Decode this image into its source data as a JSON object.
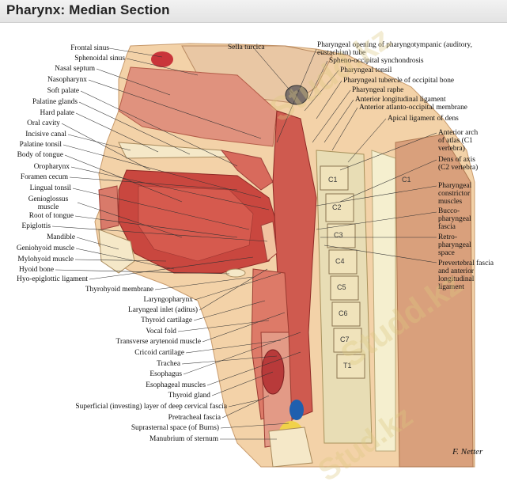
{
  "title": "Pharynx: Median Section",
  "left_labels": [
    "Frontal sinus",
    "Sphenoidal sinus",
    "Nasal septum",
    "Nasopharynx",
    "Soft palate",
    "Palatine glands",
    "Hard palate",
    "Oral cavity",
    "Incisive canal",
    "Palatine tonsil",
    "Body of tongue",
    "Oropharynx",
    "Foramen cecum",
    "Lingual tonsil",
    "Genioglossus muscle",
    "Root of tongue",
    "Epiglottis",
    "Mandible",
    "Geniohyoid muscle",
    "Mylohyoid muscle",
    "Hyoid bone",
    "Hyo-epiglottic ligament",
    "Thyrohyoid membrane",
    "Laryngopharynx",
    "Laryngeal inlet (aditus)",
    "Thyroid cartilage",
    "Vocal fold",
    "Transverse arytenoid muscle",
    "Cricoid cartilage",
    "Trachea",
    "Esophagus",
    "Esophageal muscles",
    "Thyroid gland",
    "Superficial (investing) layer of deep cervical fascia",
    "Pretracheal fascia",
    "Suprasternal space (of Burns)",
    "Manubrium of sternum"
  ],
  "top_labels": [
    "Sella turcica",
    "Pharyngeal opening of pharyngotympanic (auditory, eustachian) tube",
    "Spheno-occipital synchondrosis",
    "Pharyngeal tonsil",
    "Pharyngeal tubercle of occipital bone",
    "Pharyngeal raphe",
    "Anterior longitudinal ligament",
    "Anterior atlanto-occipital membrane",
    "Apical ligament of dens"
  ],
  "right_labels": [
    "Anterior arch of atlas (C1 vertebra)",
    "Dens of axis (C2 vertebra)",
    "Pharyngeal constrictor muscles",
    "Bucco-pharyngeal fascia",
    "Retro-pharyngeal space",
    "Prevertebral fascia and anterior longitudinal ligament"
  ],
  "vertebrae": [
    "C1",
    "C2",
    "C3",
    "C4",
    "C5",
    "C6",
    "C7",
    "T1"
  ],
  "extra_labels": [
    "C1"
  ],
  "signature": "F. Netter",
  "watermarks": [
    "Studd.kz",
    "Studd.kz",
    "Stud.kz"
  ]
}
